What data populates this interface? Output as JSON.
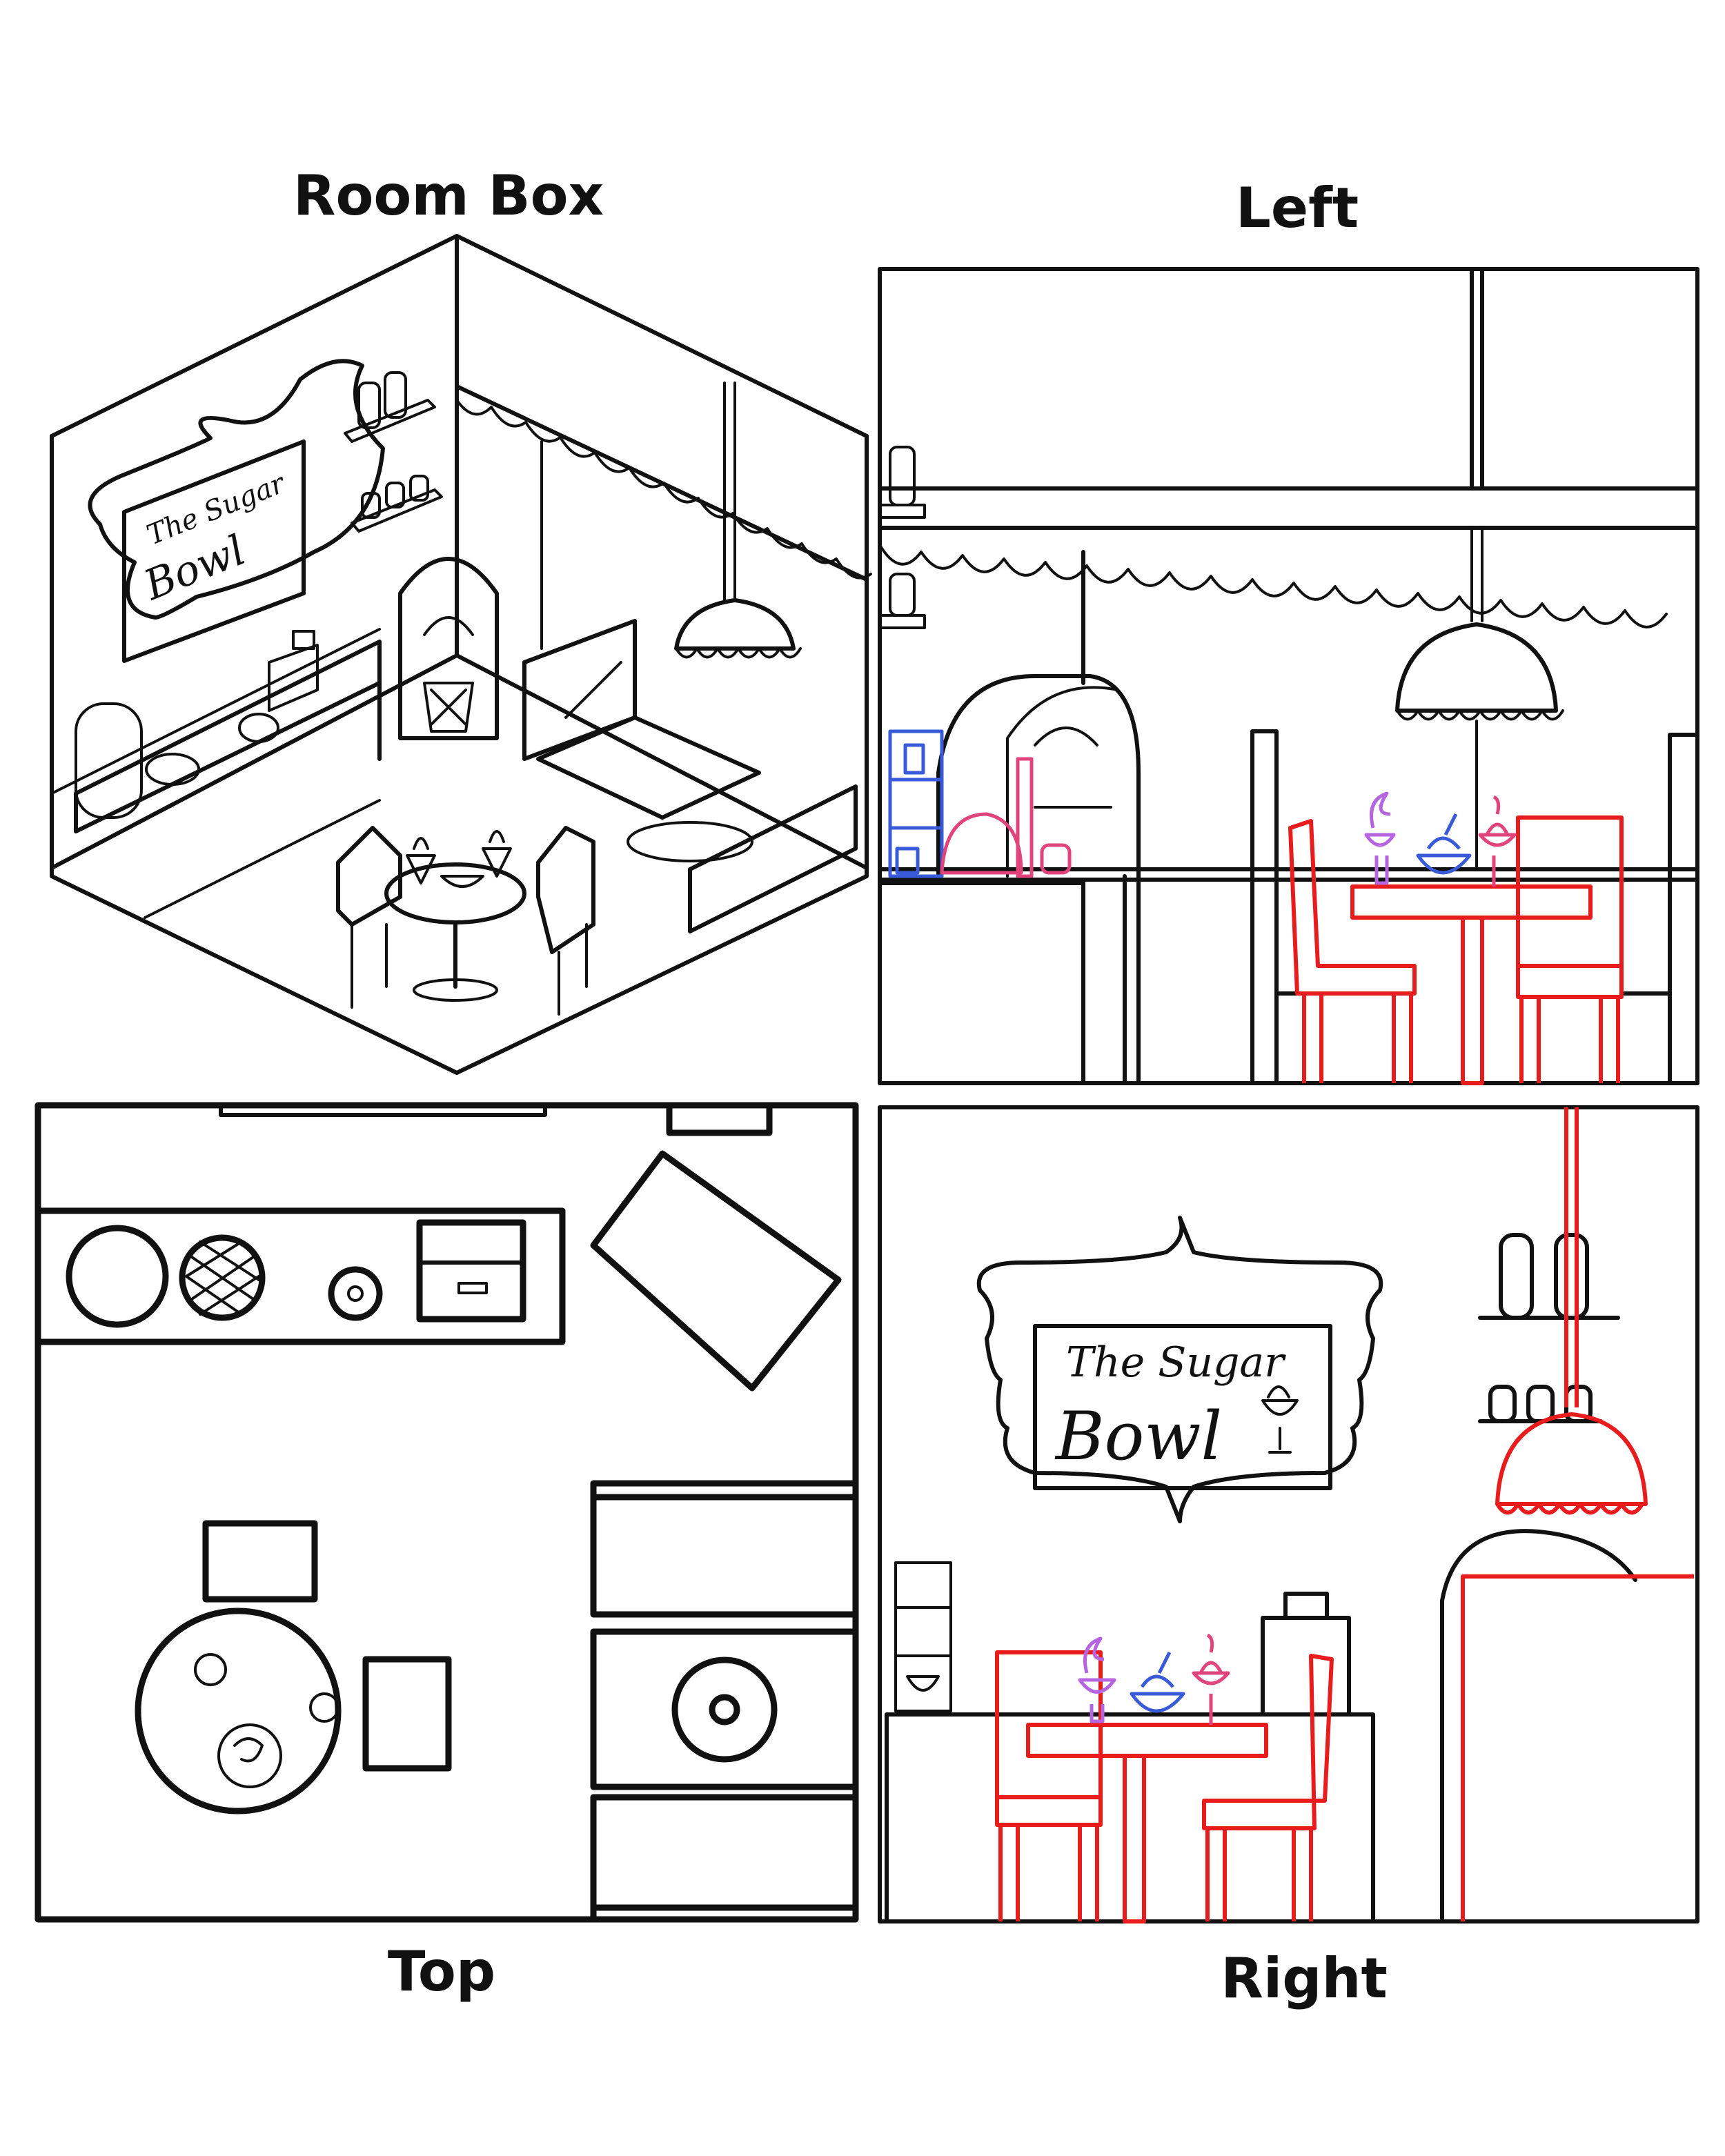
{
  "captions": {
    "room_box": "Room Box",
    "left": "Left",
    "top": "Top",
    "right": "Right"
  },
  "sign": {
    "line1": "The Sugar",
    "line2": "Bowl"
  },
  "colors": {
    "ink": "#111111",
    "highlight_red": "#e81c1c",
    "highlight_blue": "#3a5bd9",
    "highlight_pink": "#e0447a",
    "highlight_purple": "#b565e0"
  },
  "icons": [
    "jukebox-icon",
    "pendant-lamp-icon",
    "cash-register-icon",
    "sundae-icon",
    "pie-icon",
    "cake-stand-icon",
    "canister-jar-icon",
    "booth-seat-icon",
    "round-table-icon",
    "chair-icon"
  ]
}
